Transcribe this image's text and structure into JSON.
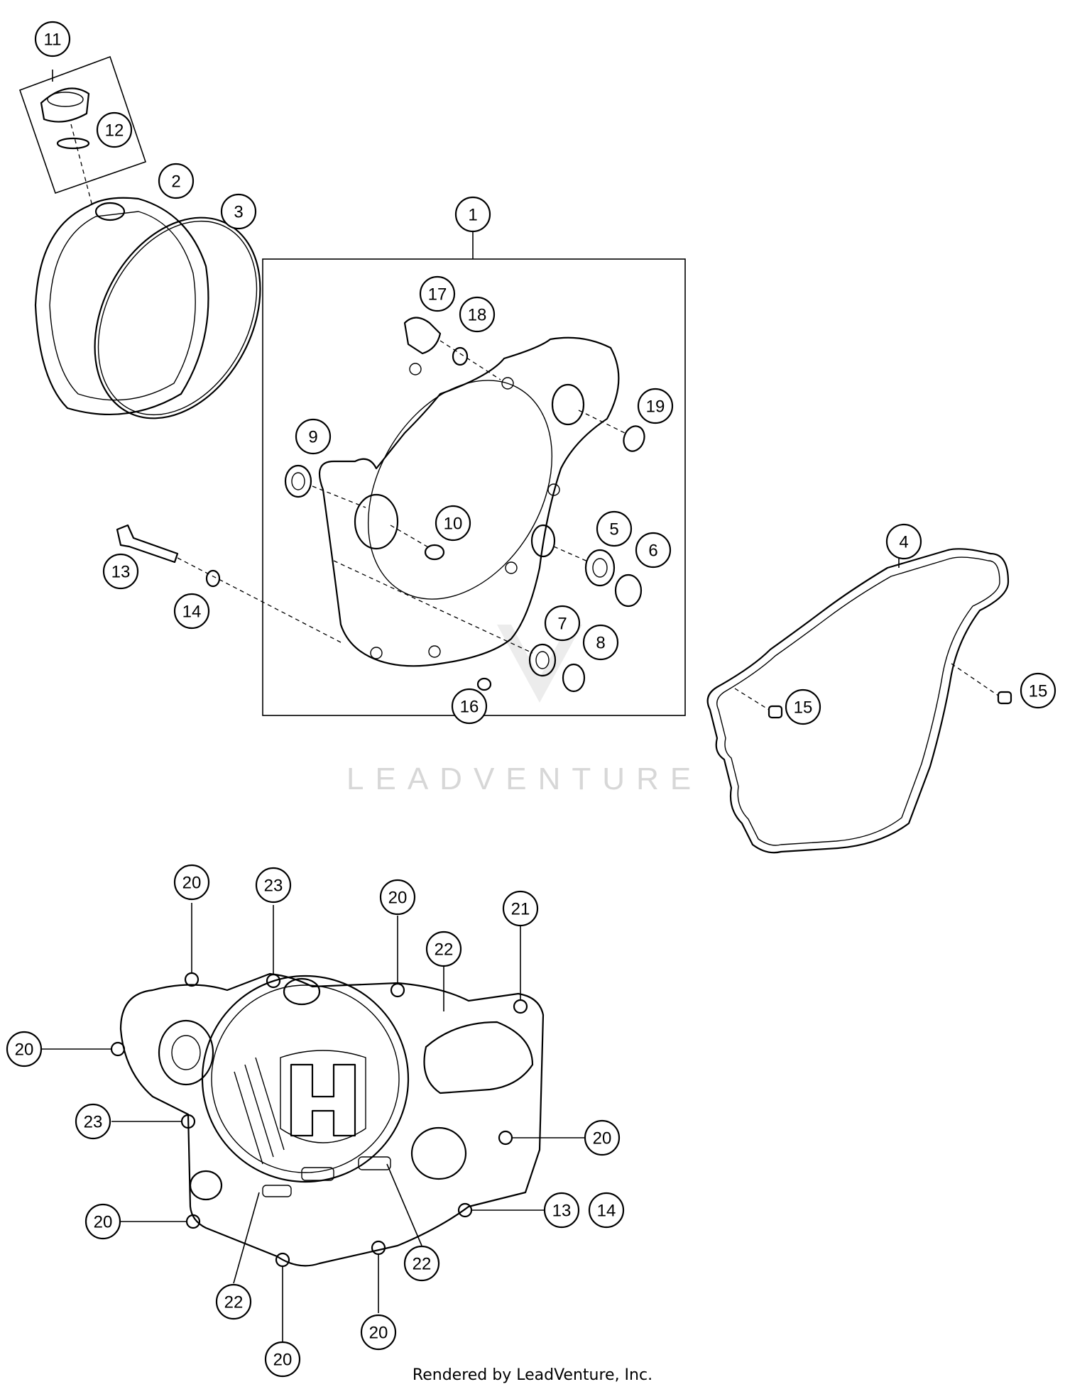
{
  "watermark": {
    "brand": "LEADVENTURE"
  },
  "footer": {
    "credit": "Rendered by LeadVenture, Inc."
  },
  "callouts": [
    {
      "id": "c-11",
      "label": "11"
    },
    {
      "id": "c-12",
      "label": "12"
    },
    {
      "id": "c-2",
      "label": "2"
    },
    {
      "id": "c-3",
      "label": "3"
    },
    {
      "id": "c-1",
      "label": "1"
    },
    {
      "id": "c-17",
      "label": "17"
    },
    {
      "id": "c-18",
      "label": "18"
    },
    {
      "id": "c-19",
      "label": "19"
    },
    {
      "id": "c-9",
      "label": "9"
    },
    {
      "id": "c-10",
      "label": "10"
    },
    {
      "id": "c-5",
      "label": "5"
    },
    {
      "id": "c-6",
      "label": "6"
    },
    {
      "id": "c-7",
      "label": "7"
    },
    {
      "id": "c-8",
      "label": "8"
    },
    {
      "id": "c-16",
      "label": "16"
    },
    {
      "id": "c-13a",
      "label": "13"
    },
    {
      "id": "c-14a",
      "label": "14"
    },
    {
      "id": "c-4",
      "label": "4"
    },
    {
      "id": "c-15a",
      "label": "15"
    },
    {
      "id": "c-15b",
      "label": "15"
    },
    {
      "id": "c-20a",
      "label": "20"
    },
    {
      "id": "c-23a",
      "label": "23"
    },
    {
      "id": "c-20b",
      "label": "20"
    },
    {
      "id": "c-21",
      "label": "21"
    },
    {
      "id": "c-22a",
      "label": "22"
    },
    {
      "id": "c-20c",
      "label": "20"
    },
    {
      "id": "c-23b",
      "label": "23"
    },
    {
      "id": "c-20d",
      "label": "20"
    },
    {
      "id": "c-13b",
      "label": "13"
    },
    {
      "id": "c-14b",
      "label": "14"
    },
    {
      "id": "c-20e",
      "label": "20"
    },
    {
      "id": "c-22b",
      "label": "22"
    },
    {
      "id": "c-22c",
      "label": "22"
    },
    {
      "id": "c-20f",
      "label": "20"
    },
    {
      "id": "c-20g",
      "label": "20"
    }
  ]
}
